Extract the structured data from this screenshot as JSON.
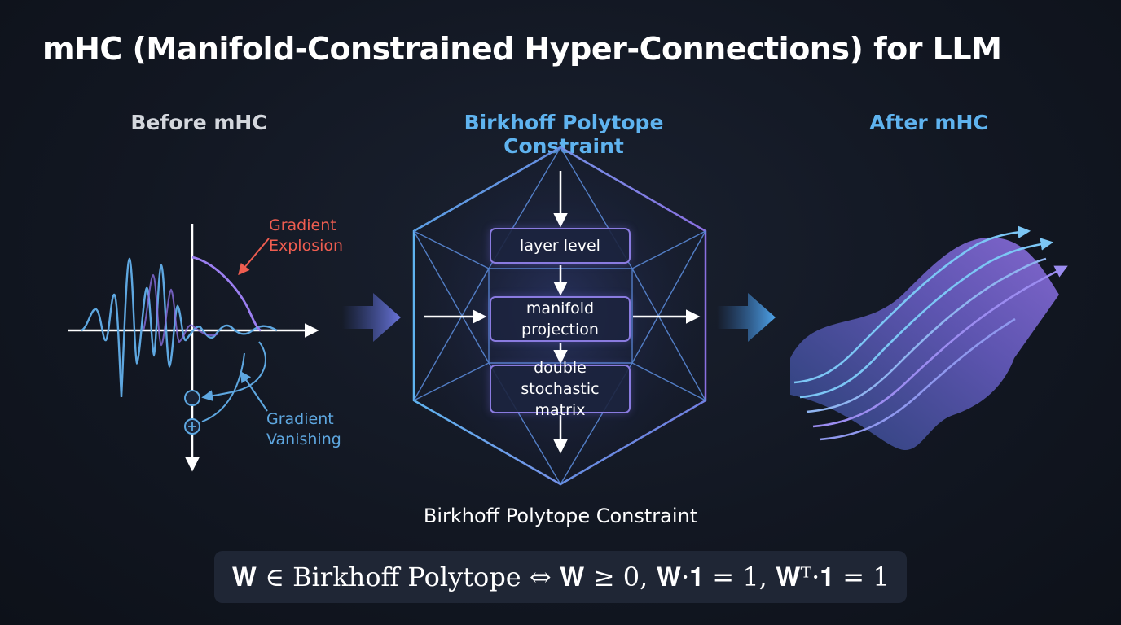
{
  "title": "mHC (Manifold-Constrained Hyper-Connections) for LLM",
  "columns": {
    "before": "Before mHC",
    "middle": "Birkhoff Polytope Constraint",
    "after": "After mHC"
  },
  "before_labels": {
    "explosion": "Gradient\nExplosion",
    "vanishing": "Gradient\nVanishing"
  },
  "pipeline": {
    "step1": "layer level",
    "step2": "manifold\nprojection",
    "step3": "double stochastic\nmatrix"
  },
  "caption": "Birkhoff Polytope Constraint",
  "formula": "𝐖 ∈ Birkhoff Polytope ⇔ 𝐖 ≥ 0, 𝐖·𝟏 = 1, 𝐖ᵀ·𝟏 = 1",
  "colors": {
    "explosion": "#ef5d50",
    "vanishing": "#5ea7e0",
    "accent_blue": "#5fb3ef",
    "accent_purple": "#8a7be0"
  }
}
